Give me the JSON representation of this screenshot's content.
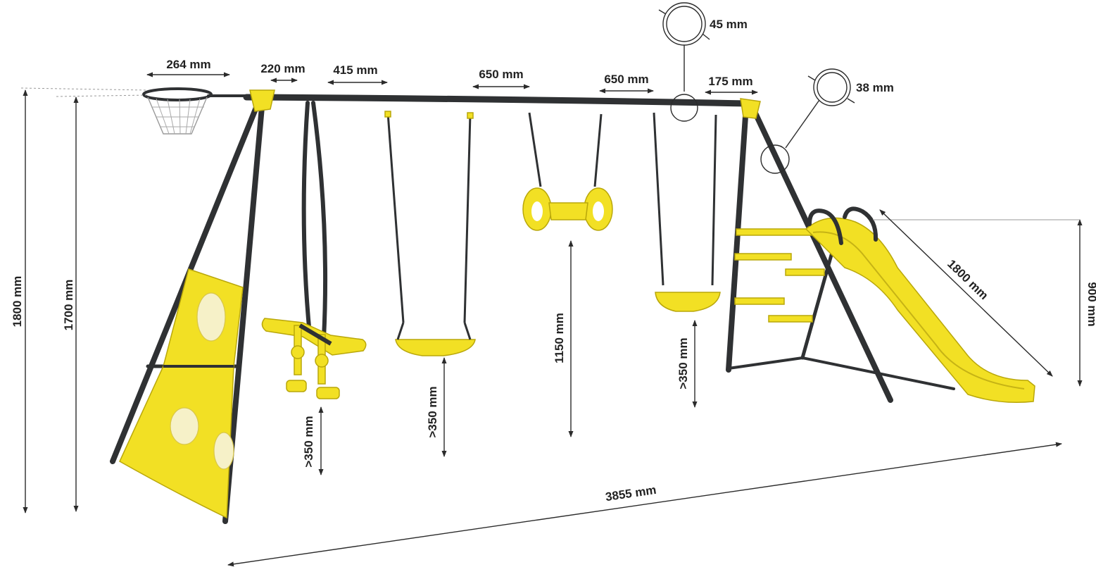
{
  "dimensions": {
    "basket_ring": "264 mm",
    "beam_end": "220 mm",
    "glider_gap": "415 mm",
    "swing_width": "650 mm",
    "trapeze_width": "650 mm",
    "beam_end_right": "175 mm",
    "beam_diameter": "45 mm",
    "leg_diameter": "38 mm",
    "height_total": "1800 mm",
    "height_basket": "1700 mm",
    "trapeze_height": "1150 mm",
    "seat_clearance_glider": ">350 mm",
    "seat_clearance_swing": ">350 mm",
    "seat_clearance_swing_right": ">350 mm",
    "slide_length": "1800 mm",
    "slide_height": "900 mm",
    "total_length": "3855 mm"
  },
  "colors": {
    "frame": "#2f3133",
    "accent": "#f2e024",
    "accent_edge": "#b9a70a",
    "dimension": "#2b2b2b"
  },
  "icons": [
    "diameter-circle-icon",
    "arrow-icon"
  ]
}
